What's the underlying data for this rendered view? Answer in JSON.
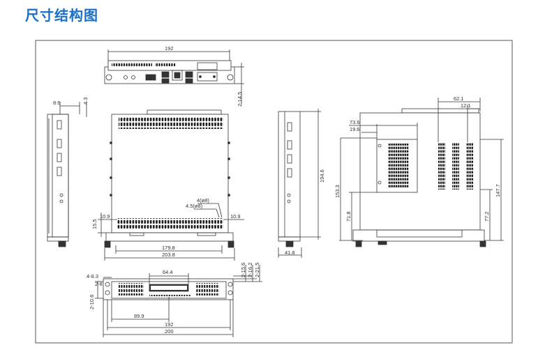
{
  "page_title": "尺寸结构图",
  "top_view": {
    "width": "192",
    "height_offset": "2-14.5"
  },
  "front_view": {
    "width_total": "203.8",
    "width_inner": "179.8",
    "height": "194.6",
    "left_offset": "10.9",
    "right_offset": "10.9",
    "bottom_offset": "15.5",
    "hole_a": "4(ø8)",
    "hole_b": "4.5(ø8)"
  },
  "left_side_view": {
    "dim_a": "8.6",
    "dim_b": "4.3"
  },
  "right_side_view": {
    "depth": "41.8"
  },
  "rear_view": {
    "dim_top": "62.1",
    "dim_top_small": "12.1",
    "dim_left_a": "73.6",
    "dim_left_b": "19.6",
    "height_a": "153.3",
    "height_b": "71.8",
    "height_c": "77.2",
    "height_d": "147.7"
  },
  "bottom_view": {
    "holes_left": "4-8.3",
    "dim_left_small": "2-8",
    "dim_slot": "64.4",
    "dim_side_a": "2-15.6",
    "dim_side_b": "2-16.2",
    "dim_side_c": "2-21.5",
    "dim_left_vertical": "2-10.6",
    "dim_offset": "89.9",
    "width_inner": "192",
    "width_total": "200"
  }
}
